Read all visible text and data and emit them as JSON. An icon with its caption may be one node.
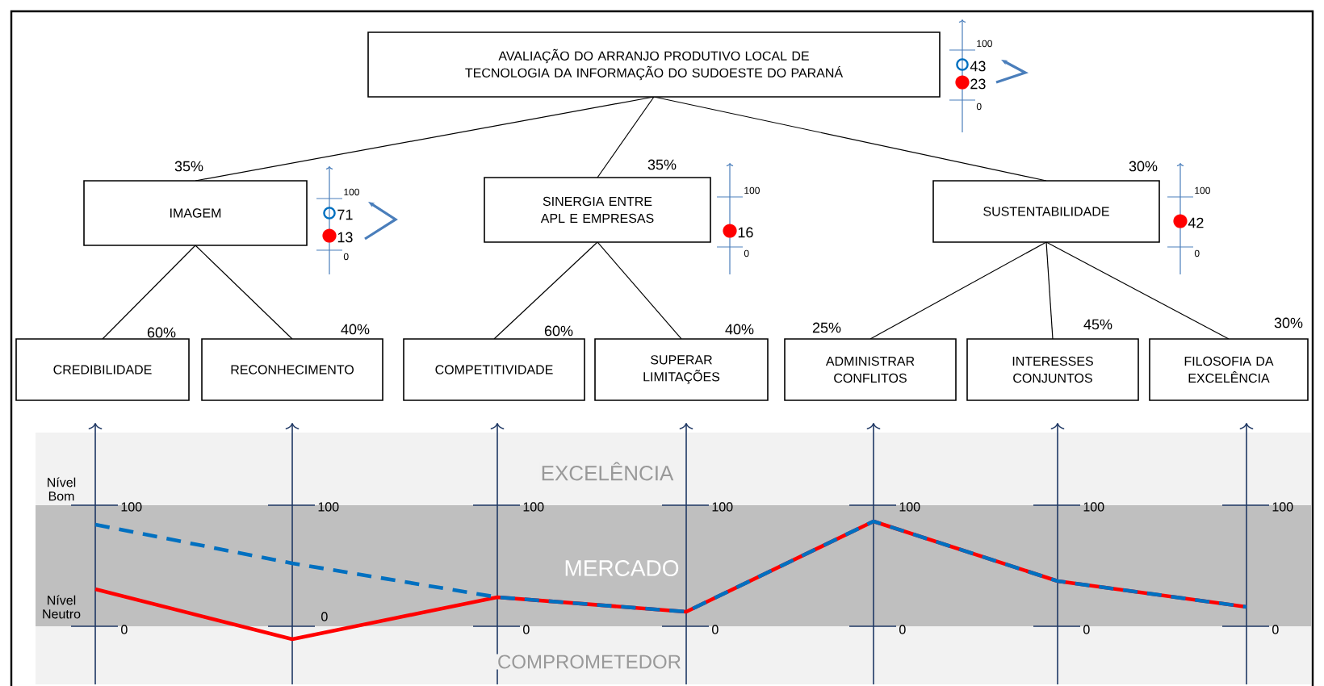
{
  "diagram": {
    "nodes": [
      {
        "text": [
          "AVALIAÇÃO DO ARRANJO PRODUTIVO LOCAL DE TECNOLOGIA DA INFORMAÇÃO DO SUDOESTE DO PARANÁ"
        ]
      },
      {
        "text": [
          "IMAGEM"
        ],
        "beside": [
          "35%"
        ]
      },
      {
        "text": [
          "SINERGIA ENTRE APL E EMPRESAS"
        ],
        "beside": [
          "35%"
        ]
      },
      {
        "text": [
          "SUSTENTABILIDADE"
        ],
        "beside": [
          "30%"
        ]
      },
      {
        "text": [
          "CREDIBILIDADE"
        ],
        "beside": [
          "60%"
        ]
      },
      {
        "text": [
          "RECONHECIMENTO"
        ],
        "beside": [
          "40%"
        ]
      },
      {
        "text": [
          "COMPETITIVIDADE"
        ],
        "beside": [
          "60%"
        ]
      },
      {
        "text": [
          "SUPERAR LIMITAÇÕES"
        ],
        "beside": [
          "40%"
        ]
      },
      {
        "text": [
          "ADMINISTRAR CONFLITOS"
        ],
        "beside": [
          "25%"
        ]
      },
      {
        "text": [
          "INTERESSES CONJUNTOS"
        ],
        "beside": [
          "45%"
        ]
      },
      {
        "text": [
          "FILOSOFIA DA EXCELÊNCIA"
        ],
        "beside": [
          "30%"
        ]
      }
    ],
    "edges": [
      {
        "from": 0,
        "to": 1,
        "arrow": "none"
      },
      {
        "from": 0,
        "to": 2,
        "arrow": "none"
      },
      {
        "from": 0,
        "to": 3,
        "arrow": "none"
      },
      {
        "from": 1,
        "to": 4,
        "arrow": "none"
      },
      {
        "from": 1,
        "to": 5,
        "arrow": "none"
      },
      {
        "from": 2,
        "to": 6,
        "arrow": "none"
      },
      {
        "from": 2,
        "to": 7,
        "arrow": "none"
      },
      {
        "from": 3,
        "to": 8,
        "arrow": "none"
      },
      {
        "from": 3,
        "to": 9,
        "arrow": "none"
      },
      {
        "from": 3,
        "to": 10,
        "arrow": "none"
      }
    ],
    "labels": [
      "100",
      "43",
      "23",
      "0",
      "100",
      "71",
      "13",
      "0",
      "100",
      "16",
      "0",
      "100",
      "42",
      "0",
      "EXCELÊNCIA",
      "Nível Bom",
      "100",
      "100",
      "100",
      "100",
      "100",
      "100",
      "100",
      "MERCADO",
      "Nível Neutro",
      "0",
      "0",
      "0",
      "0",
      "0",
      "0",
      "0",
      "COMPROMETEDOR"
    ]
  }
}
